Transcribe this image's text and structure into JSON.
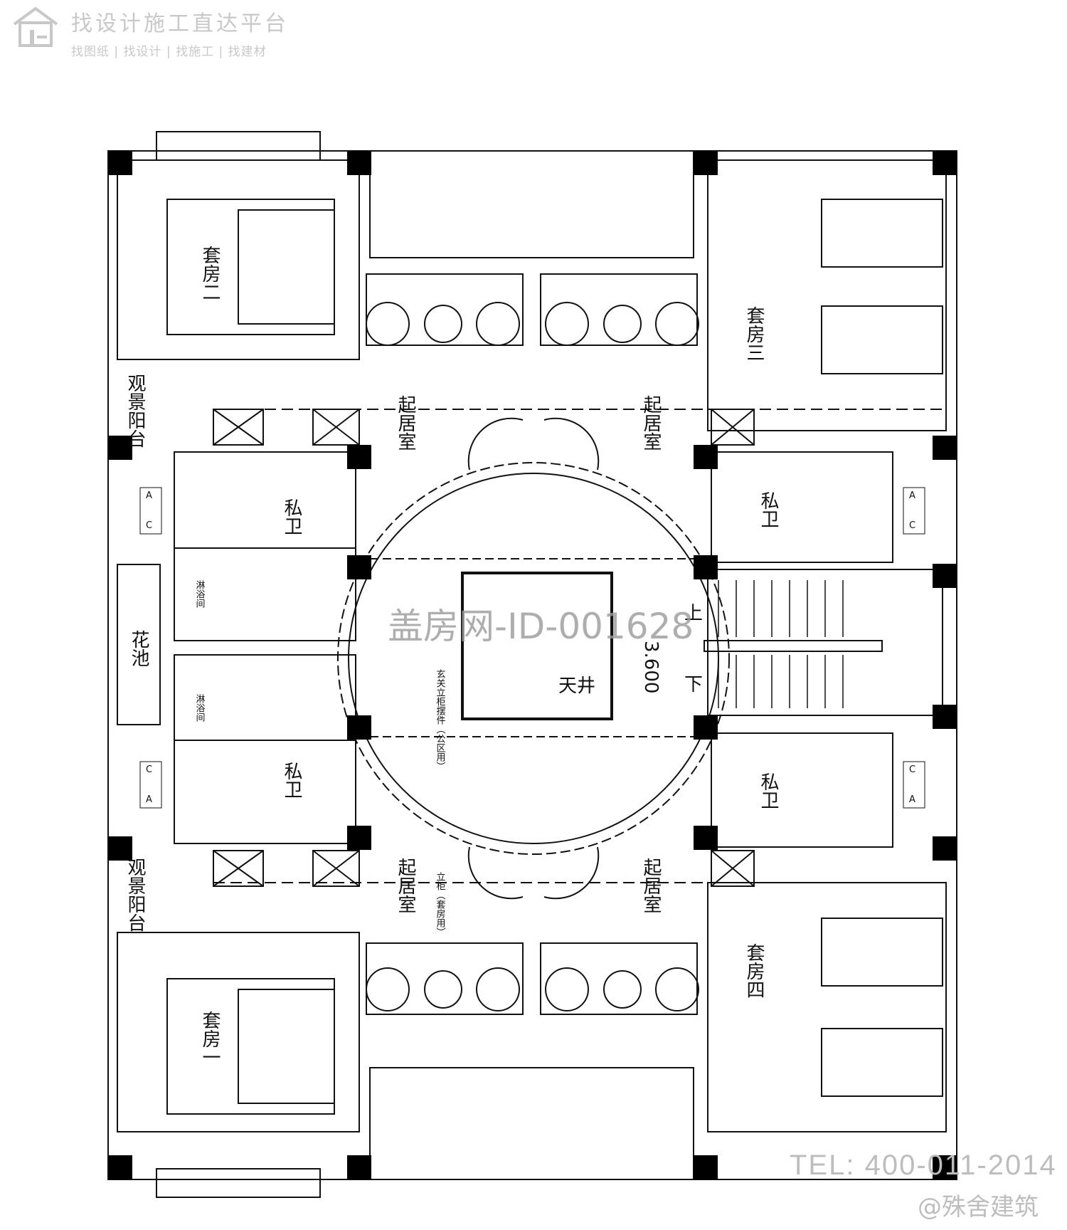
{
  "watermark": {
    "title": "找设计施工直达平台",
    "subtitle": "找图纸 | 找设计 | 找施工 | 找建材",
    "id_text": "盖房网-ID-001628",
    "tel": "TEL: 400-011-2014",
    "brand": "@殊舍建筑"
  },
  "labels": {
    "suite1": "套房一",
    "suite2": "套房二",
    "suite3": "套房三",
    "suite4": "套房四",
    "living": "起居室",
    "bath": "私卫",
    "balcony": "观景阳台",
    "planter": "花池",
    "atrium": "天井",
    "up": "上",
    "down": "下",
    "level": "3.600",
    "shower": "淋浴间",
    "note1": "玄关立柜摆件（公区用）",
    "note2": "立柜（套房用）",
    "hvac_a": "A",
    "hvac_c": "C"
  }
}
